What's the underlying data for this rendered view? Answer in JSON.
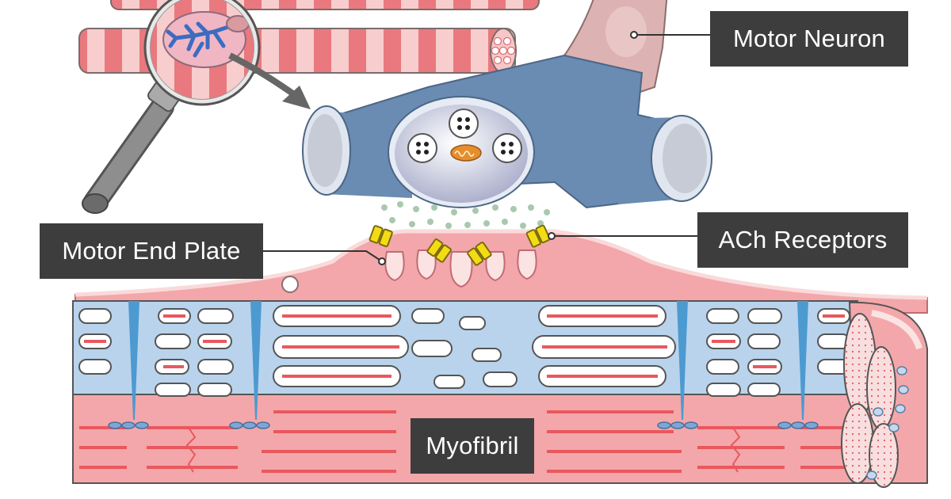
{
  "labels": {
    "motor_neuron": "Motor Neuron",
    "ach_receptors": "ACh Receptors",
    "motor_end_plate": "Motor End Plate",
    "myofibril": "Myofibril"
  },
  "colors": {
    "label_bg": "#3d3d3d",
    "neuron_axon": "#6a8bb2",
    "neuron_body": "#ddb2b2",
    "muscle_pink": "#f3a7aa",
    "muscle_stripe": "#e9585e",
    "sarcoplasmic_reticulum": "#b9d3ec",
    "receptor_yellow": "#f3dc14",
    "acetylcholine": "#a8c9b0",
    "mitochondrion": "#e58e2e"
  },
  "icons": [
    "magnifying-glass-icon",
    "arrow-icon",
    "synaptic-vesicle-icon",
    "mitochondrion-icon"
  ]
}
